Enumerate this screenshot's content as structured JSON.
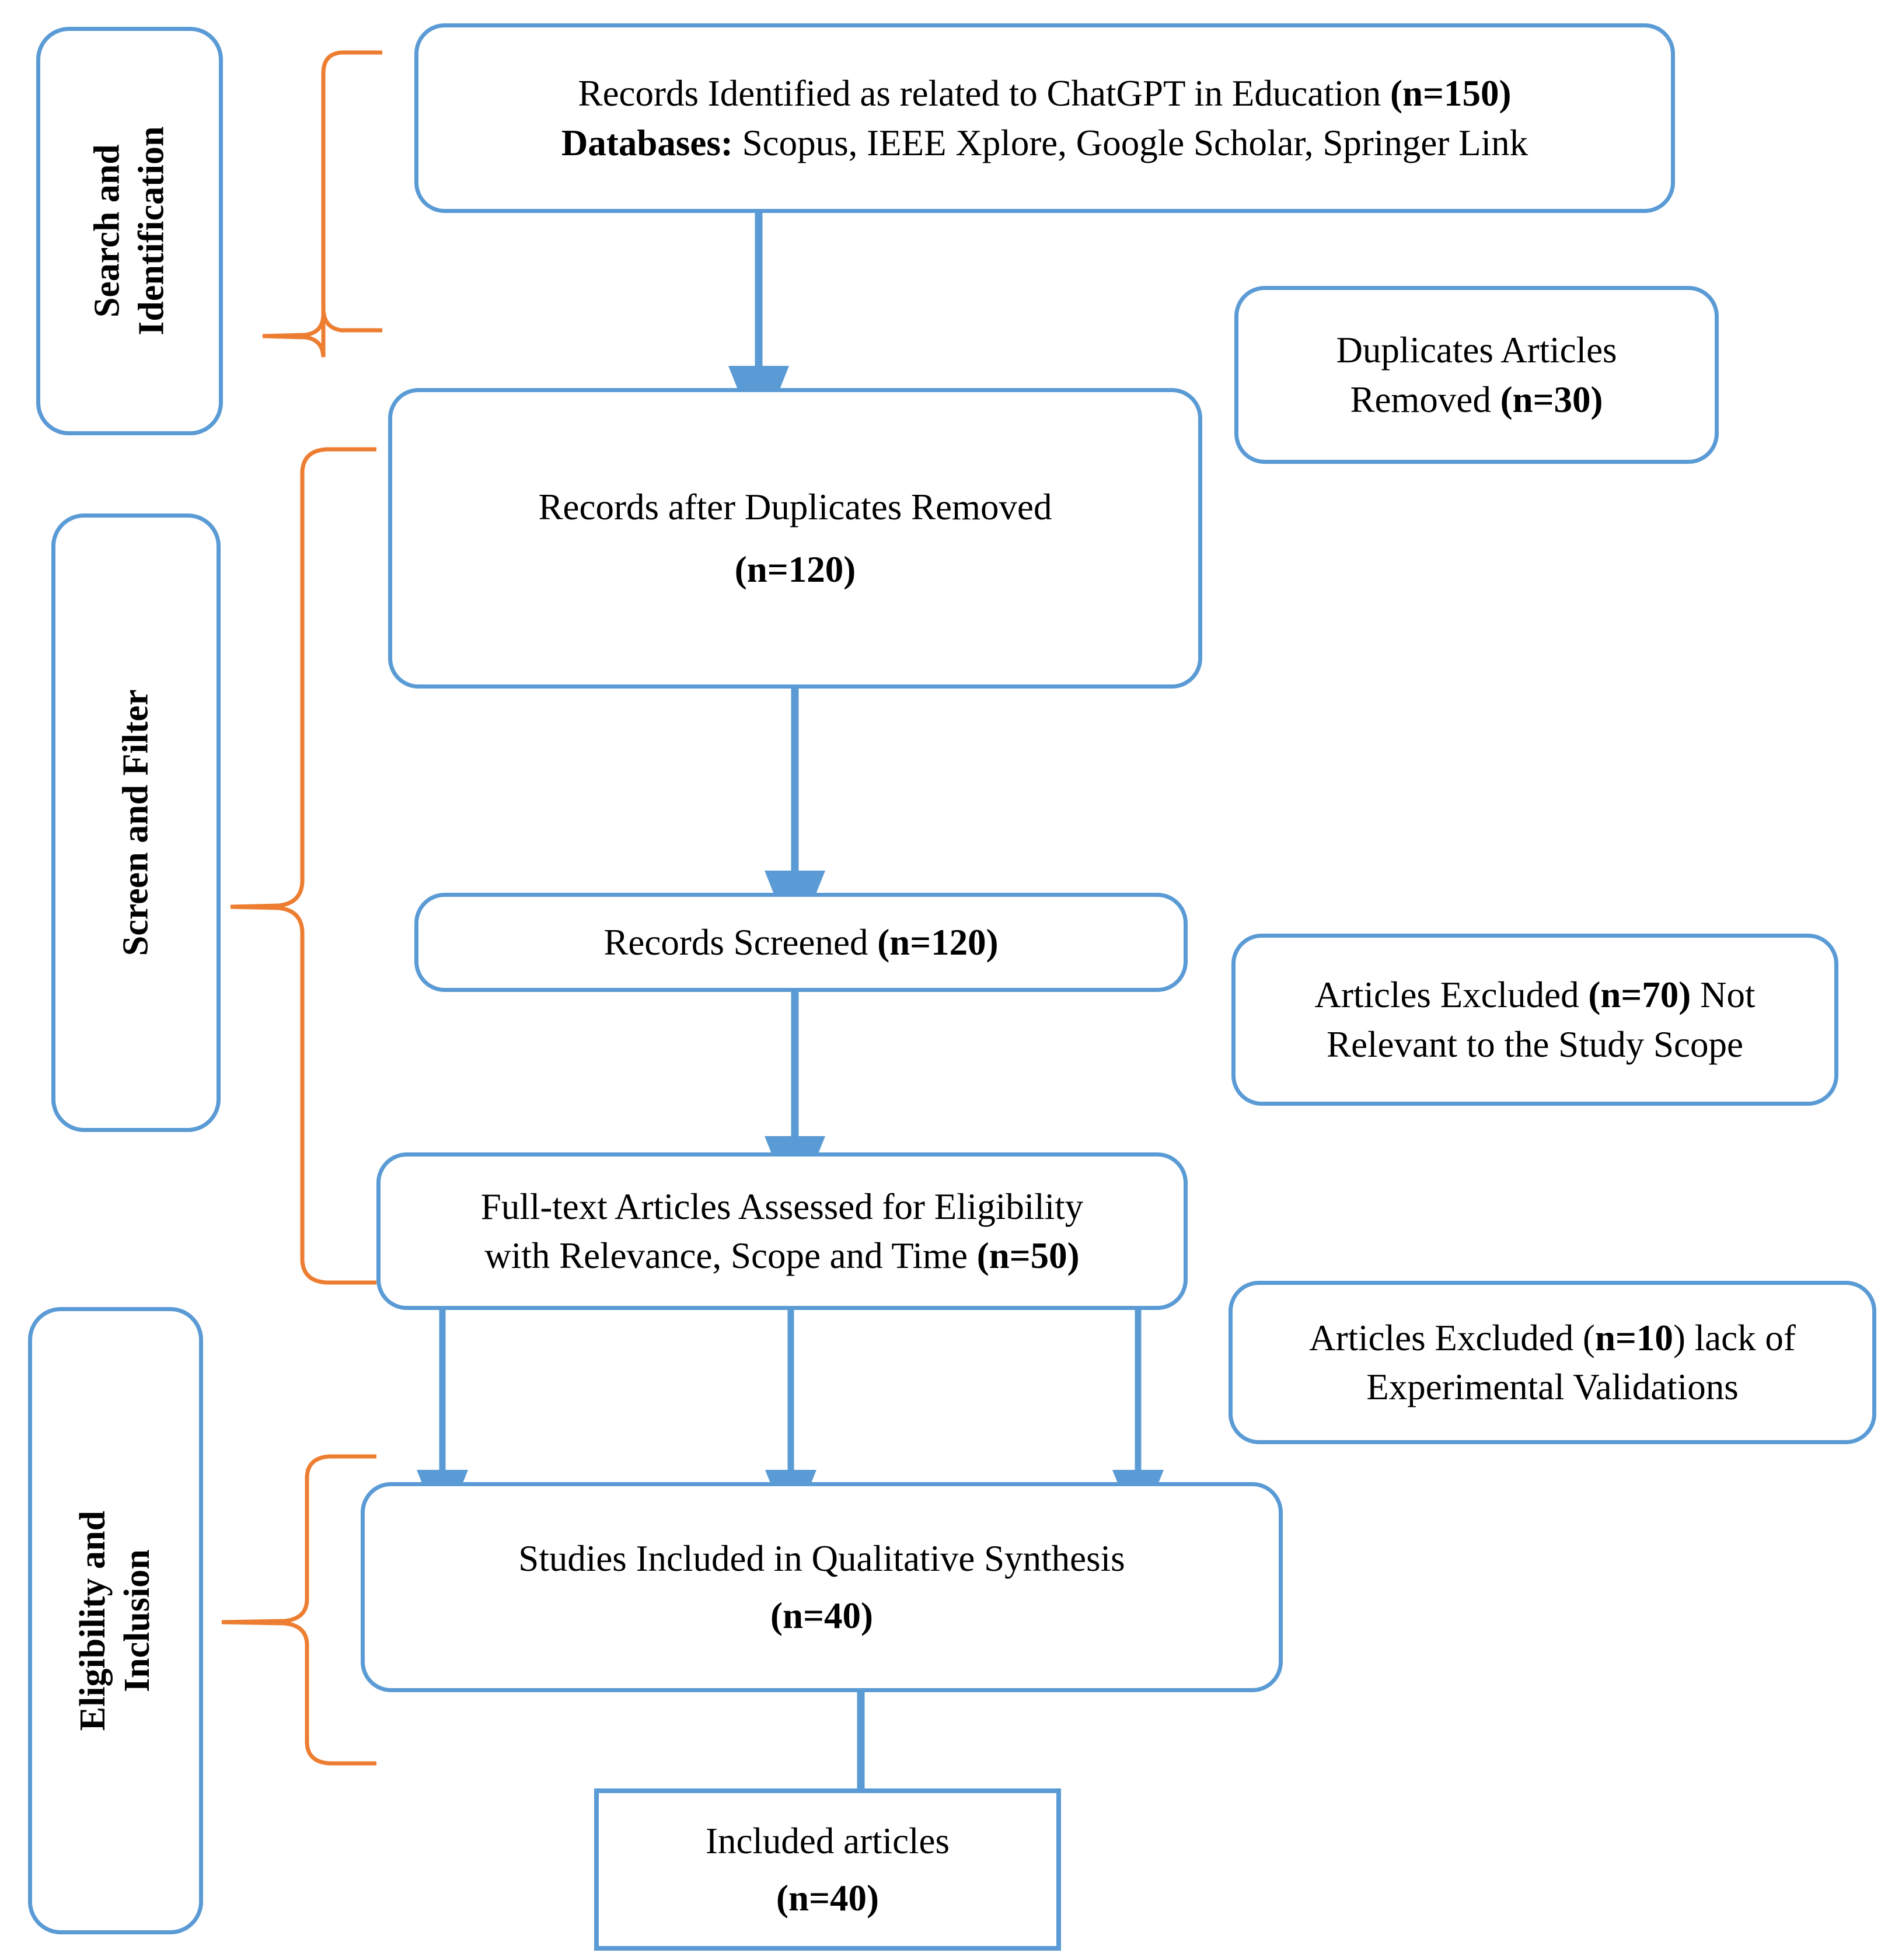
{
  "diagram": {
    "title": "PRISMA-style study selection flow diagram",
    "colors": {
      "box_border": "#5B9BD5",
      "arrow": "#5B9BD5",
      "bracket": "#ED7D31",
      "text": "#000000",
      "background": "#FFFFFF"
    },
    "phases": [
      {
        "id": "search-identification",
        "lines": [
          "Search and",
          "Identification"
        ]
      },
      {
        "id": "screen-filter",
        "lines": [
          "Screen and Filter"
        ]
      },
      {
        "id": "eligibility-inclusion",
        "lines": [
          "Eligibility and",
          "Inclusion"
        ]
      }
    ],
    "nodes": [
      {
        "id": "records-identified",
        "lines": [
          {
            "parts": [
              {
                "t": "Records Identified as related to ChatGPT in Education ",
                "bold": false
              },
              {
                "t": "(n=150)",
                "bold": true
              }
            ]
          },
          {
            "parts": [
              {
                "t": "Databases:",
                "bold": true
              },
              {
                "t": " Scopus, IEEE Xplore, Google Scholar, Springer Link",
                "bold": false
              }
            ]
          }
        ]
      },
      {
        "id": "duplicates-removed",
        "lines": [
          {
            "parts": [
              {
                "t": "Duplicates Articles",
                "bold": false
              }
            ]
          },
          {
            "parts": [
              {
                "t": "Removed ",
                "bold": false
              },
              {
                "t": "(n=30)",
                "bold": true
              }
            ]
          }
        ]
      },
      {
        "id": "records-after-duplicates",
        "lines": [
          {
            "parts": [
              {
                "t": "Records after Duplicates Removed",
                "bold": false
              }
            ]
          },
          {
            "parts": [
              {
                "t": "(n=120)",
                "bold": true
              }
            ]
          }
        ]
      },
      {
        "id": "records-screened",
        "lines": [
          {
            "parts": [
              {
                "t": "Records Screened ",
                "bold": false
              },
              {
                "t": "(n=120)",
                "bold": true
              }
            ]
          }
        ]
      },
      {
        "id": "articles-excluded-scope",
        "lines": [
          {
            "parts": [
              {
                "t": "Articles Excluded ",
                "bold": false
              },
              {
                "t": "(n=70)",
                "bold": true
              },
              {
                "t": " Not",
                "bold": false
              }
            ]
          },
          {
            "parts": [
              {
                "t": "Relevant to the Study Scope",
                "bold": false
              }
            ]
          }
        ]
      },
      {
        "id": "fulltext-assessed",
        "lines": [
          {
            "parts": [
              {
                "t": "Full-text Articles Assessed for Eligibility",
                "bold": false
              }
            ]
          },
          {
            "parts": [
              {
                "t": "with Relevance, Scope and Time ",
                "bold": false
              },
              {
                "t": "(n=50)",
                "bold": true
              }
            ]
          }
        ]
      },
      {
        "id": "articles-excluded-validation",
        "lines": [
          {
            "parts": [
              {
                "t": "Articles Excluded (",
                "bold": false
              },
              {
                "t": "n=10",
                "bold": true
              },
              {
                "t": ") lack of",
                "bold": false
              }
            ]
          },
          {
            "parts": [
              {
                "t": "Experimental Validations",
                "bold": false
              }
            ]
          }
        ]
      },
      {
        "id": "studies-included",
        "lines": [
          {
            "parts": [
              {
                "t": "Studies Included in Qualitative Synthesis",
                "bold": false
              }
            ]
          },
          {
            "parts": [
              {
                "t": "(n=40)",
                "bold": true
              }
            ]
          }
        ]
      },
      {
        "id": "included-articles",
        "lines": [
          {
            "parts": [
              {
                "t": "Included articles",
                "bold": false
              }
            ]
          },
          {
            "parts": [
              {
                "t": "(n=40)",
                "bold": true
              }
            ]
          }
        ]
      }
    ],
    "counts": {
      "identified": 150,
      "duplicates_removed": 30,
      "after_duplicates": 120,
      "screened": 120,
      "excluded_not_relevant": 70,
      "fulltext_assessed": 50,
      "excluded_no_validation": 10,
      "included_qualitative": 40,
      "included_articles": 40
    }
  }
}
